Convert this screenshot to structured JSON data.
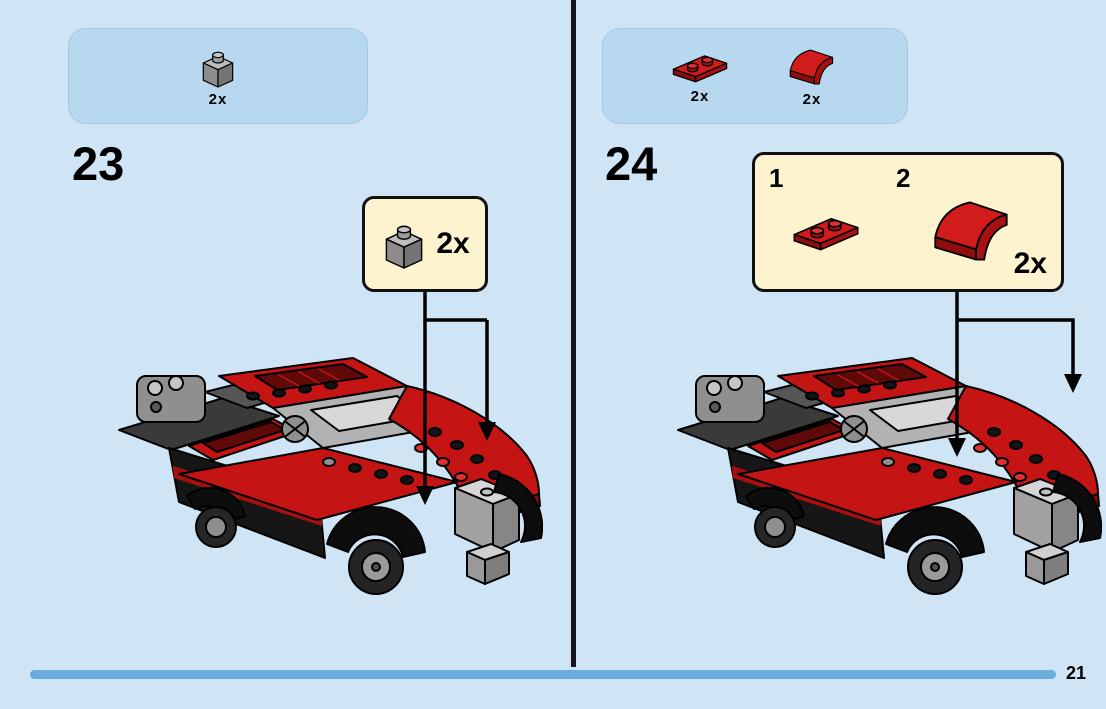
{
  "page": {
    "number": "21"
  },
  "colors": {
    "background": "#cfe4f5",
    "panel_blue": "#b7d8ee",
    "callout_cream": "#fdf4cf",
    "lego_red": "#c41414",
    "divider": "#15151e",
    "progress_bar": "#6aacdc"
  },
  "steps": [
    {
      "number": "23",
      "parts_box": {
        "parts": [
          {
            "icon": "gray-brick-1x1-icon",
            "count": "2x"
          }
        ]
      },
      "callout": {
        "parts": [
          {
            "icon": "gray-brick-1x1-icon"
          }
        ],
        "count": "2x"
      }
    },
    {
      "number": "24",
      "parts_box": {
        "parts": [
          {
            "icon": "red-plate-1x2-icon",
            "count": "2x"
          },
          {
            "icon": "red-curved-slope-icon",
            "count": "2x"
          }
        ]
      },
      "callout": {
        "items": [
          {
            "label": "1",
            "icon": "red-plate-1x2-icon"
          },
          {
            "label": "2",
            "icon": "red-curved-slope-icon"
          }
        ],
        "count": "2x"
      }
    }
  ]
}
